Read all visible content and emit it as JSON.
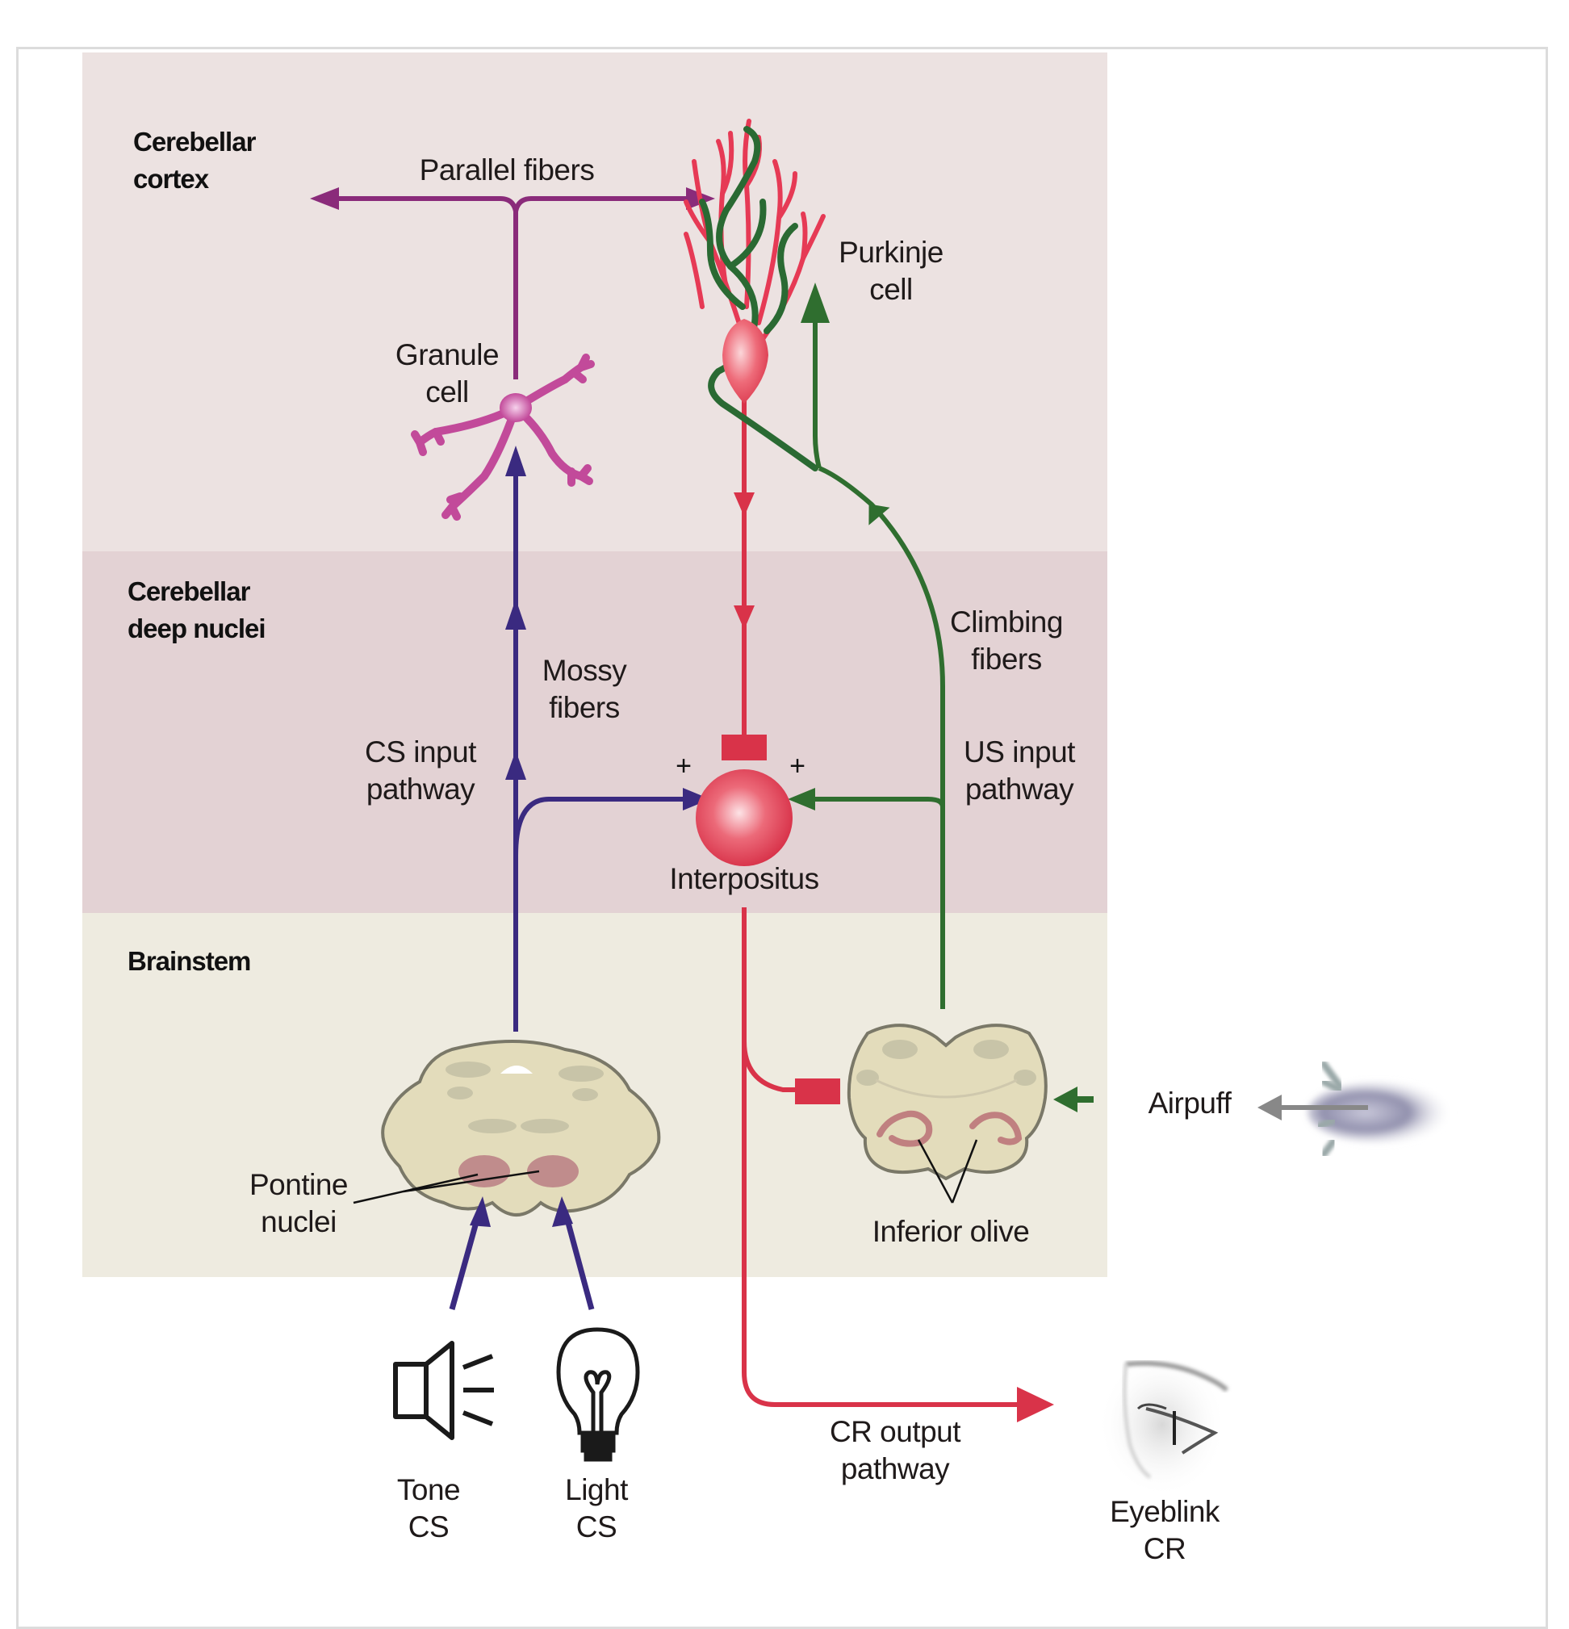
{
  "figure": {
    "regions": {
      "cortex": {
        "line1": "Cerebellar",
        "line2": "cortex",
        "color": "#ece2e1"
      },
      "deep_nuclei": {
        "line1": "Cerebellar",
        "line2": "deep nuclei",
        "color": "#e3d2d4"
      },
      "brainstem": {
        "line1": "Brainstem",
        "color": "#eeebe0"
      }
    },
    "labels": {
      "parallel_fibers": "Parallel fibers",
      "purkinje": {
        "line1": "Purkinje",
        "line2": "cell"
      },
      "granule": {
        "line1": "Granule",
        "line2": "cell"
      },
      "mossy": {
        "line1": "Mossy",
        "line2": "fibers"
      },
      "climbing": {
        "line1": "Climbing",
        "line2": "fibers"
      },
      "cs_input": {
        "line1": "CS input",
        "line2": "pathway"
      },
      "us_input": {
        "line1": "US input",
        "line2": "pathway"
      },
      "interpositus": "Interpositus",
      "pontine": {
        "line1": "Pontine",
        "line2": "nuclei"
      },
      "inferior_olive": "Inferior olive",
      "airpuff": "Airpuff",
      "cr_output": {
        "line1": "CR output",
        "line2": "pathway"
      },
      "tone": {
        "line1": "Tone",
        "line2": "CS"
      },
      "light": {
        "line1": "Light",
        "line2": "CS"
      },
      "eyeblink": {
        "line1": "Eyeblink",
        "line2": "CR"
      },
      "plus_left": "+",
      "plus_right": "+"
    },
    "pathway_colors": {
      "cs_input": "#3a2a80",
      "us_input": "#2f6e2f",
      "purkinje_output": "#d93349",
      "parallel_fibers": "#8a2b7a",
      "granule_cell": "#c24a9a"
    },
    "icons": [
      "speaker-icon",
      "lightbulb-icon",
      "eye-icon",
      "airpuff-icon"
    ]
  }
}
